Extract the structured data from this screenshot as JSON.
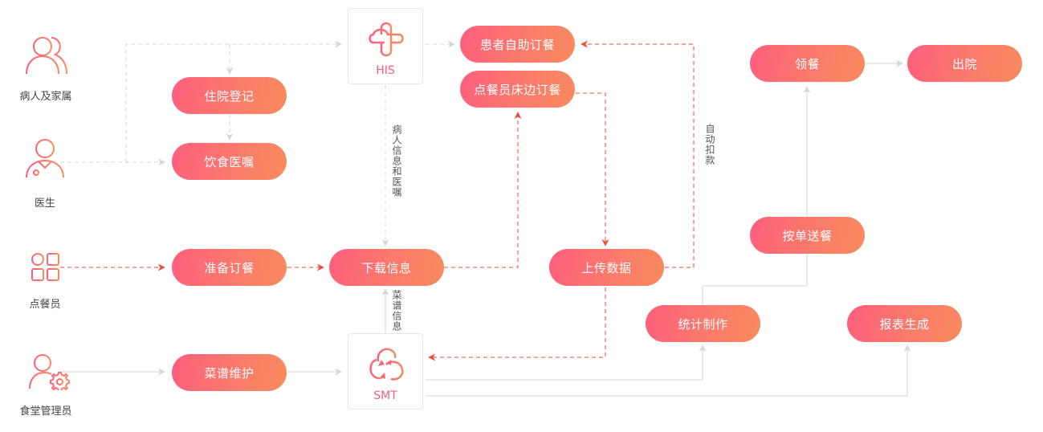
{
  "colors": {
    "pill_gradient_start": "#fe5f7d",
    "pill_gradient_end": "#f98b5e",
    "flow_red": "#f04a3a",
    "flow_gray": "#d6d6d6",
    "system_label": "#f6607c",
    "role_label": "#444444"
  },
  "roles": [
    {
      "id": "patient-family",
      "label": "病人及家属",
      "icon": "people-icon"
    },
    {
      "id": "doctor",
      "label": "医生",
      "icon": "doctor-icon"
    },
    {
      "id": "order-clerk",
      "label": "点餐员",
      "icon": "apps-grid-icon"
    },
    {
      "id": "canteen-admin",
      "label": "食堂管理员",
      "icon": "user-gear-icon"
    }
  ],
  "systems": {
    "his": {
      "label": "HIS",
      "icon": "medical-cross-cloud-icon"
    },
    "smt": {
      "label": "SMT",
      "icon": "cloud-sync-icon"
    }
  },
  "steps": {
    "admission": "住院登记",
    "diet_order": "饮食医嘱",
    "prepare_order": "准备订餐",
    "menu_maintain": "菜谱维护",
    "download_info": "下载信息",
    "self_order": "患者自助订餐",
    "bedside_order": "点餐员床边订餐",
    "upload_data": "上传数据",
    "statistics": "统计制作",
    "deliver": "按单送餐",
    "pickup": "领餐",
    "discharge": "出院",
    "report": "报表生成"
  },
  "edge_labels": {
    "patient_info_orders": "病人信息和医嘱",
    "menu_info": "菜谱信息",
    "auto_deduct": "自动扣款"
  }
}
